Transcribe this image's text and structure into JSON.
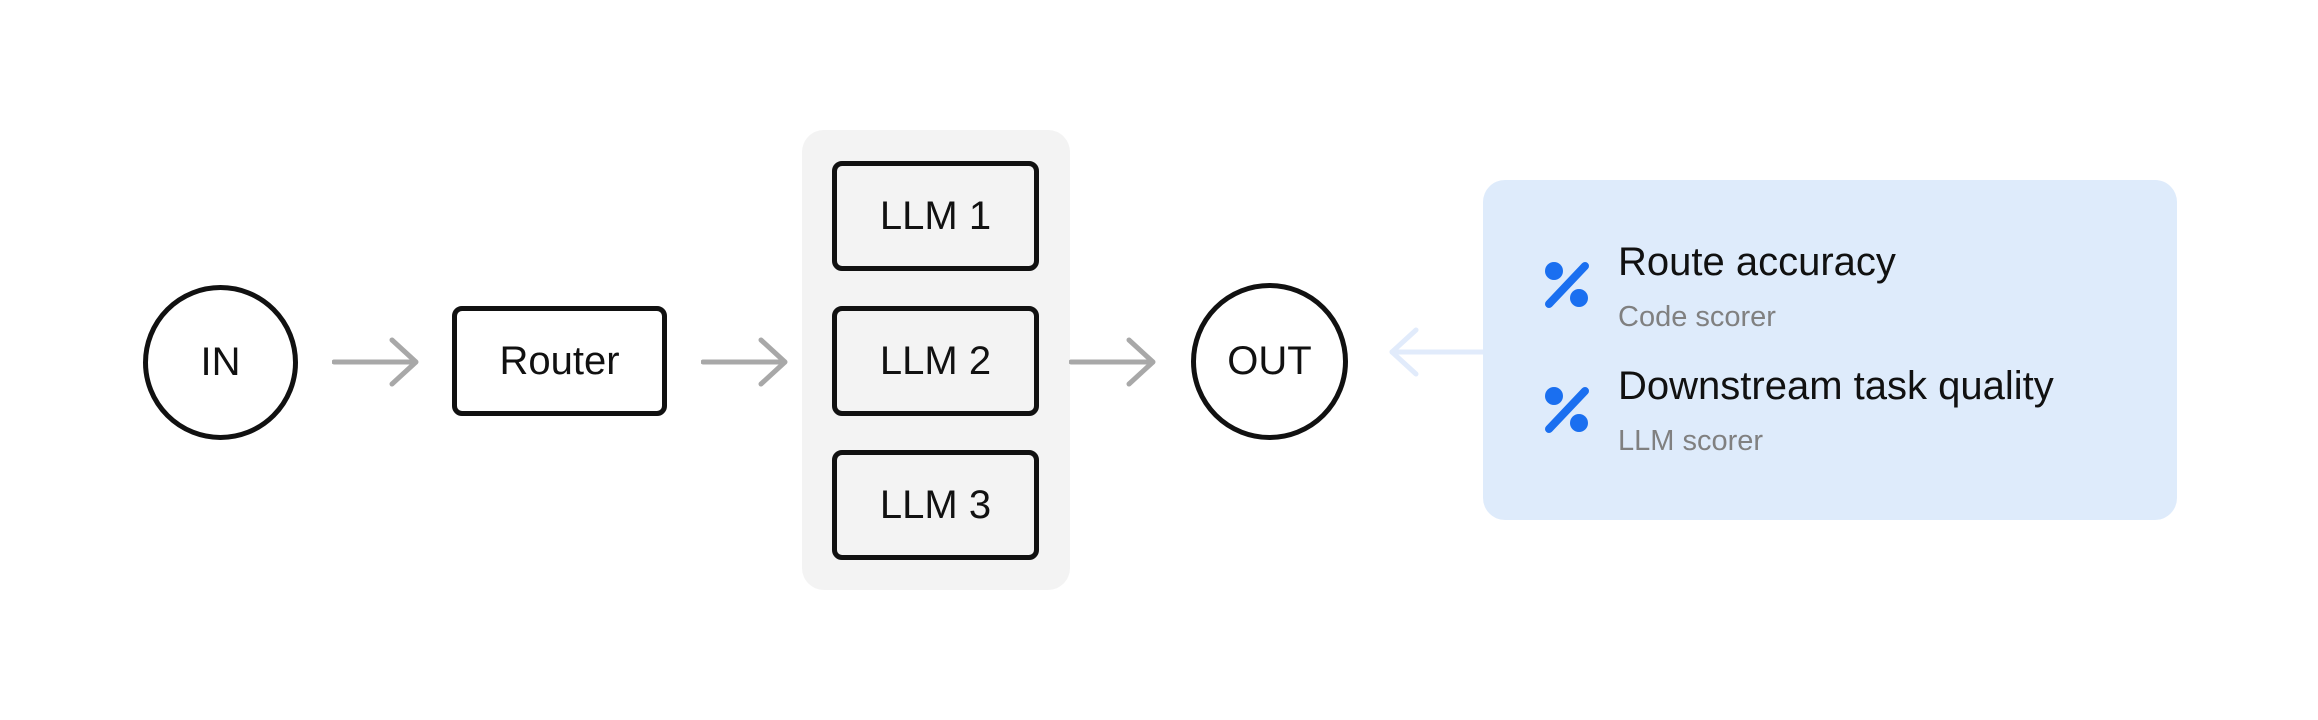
{
  "nodes": {
    "input": "IN",
    "router": "Router",
    "llms": [
      "LLM 1",
      "LLM 2",
      "LLM 3"
    ],
    "output": "OUT"
  },
  "scorers": [
    {
      "title": "Route accuracy",
      "type": "Code scorer",
      "icon": "percent-icon"
    },
    {
      "title": "Downstream task quality",
      "type": "LLM scorer",
      "icon": "percent-icon"
    }
  ],
  "colors": {
    "stroke": "#111111",
    "arrow": "#a8a8a8",
    "feedback_arrow": "#e1ebfb",
    "group_bg": "#f3f3f3",
    "panel_bg": "#deebfb",
    "icon": "#1a6ff0",
    "subtext": "#808080"
  }
}
